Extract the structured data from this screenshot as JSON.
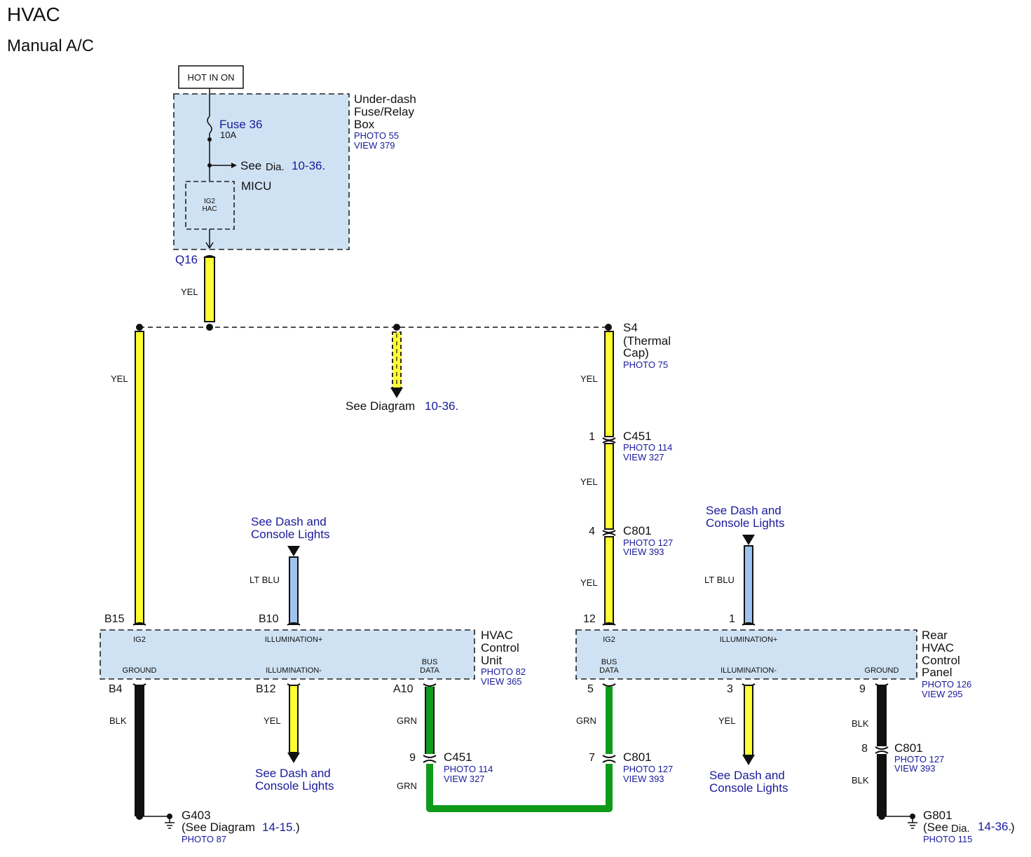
{
  "header": {
    "title": "HVAC",
    "subtitle": "Manual A/C"
  },
  "power": {
    "hot_label": "HOT IN ON"
  },
  "fuse_box": {
    "name_lines": [
      "Under-dash",
      "Fuse/Relay",
      "Box"
    ],
    "photo": "PHOTO 55",
    "view": "VIEW 379",
    "fuse_name": "Fuse 36",
    "fuse_rating": "10A",
    "see_prefix": "See",
    "see_dia": "Dia.",
    "see_ref": "10-36.",
    "micu_label": "MICU",
    "micu_pin_lines": [
      "IG2",
      "HAC"
    ],
    "connector": "Q16"
  },
  "wire_colors": {
    "yel": "YEL",
    "lt_blu": "LT BLU",
    "blk": "BLK",
    "grn": "GRN"
  },
  "colors": {
    "yellow": "#ffff33",
    "light_blue": "#9ec3ee",
    "black": "#111111",
    "green": "#0f9a1a",
    "component_fill": "#cfe2f3",
    "ref_blue": "#1a1a9c"
  },
  "splice_ref": {
    "prefix": "See Diagram",
    "ref": "10-36."
  },
  "splice_s4": {
    "name": "S4",
    "lines": [
      "(Thermal",
      "Cap)"
    ],
    "photo": "PHOTO 75"
  },
  "connectors": {
    "c451_right": {
      "pin": "1",
      "name": "C451",
      "photo": "PHOTO 114",
      "view": "VIEW 327"
    },
    "c801_right": {
      "pin": "4",
      "name": "C801",
      "photo": "PHOTO 127",
      "view": "VIEW 393"
    },
    "c451_bottom": {
      "pin": "9",
      "name": "C451",
      "photo": "PHOTO 114",
      "view": "VIEW 327"
    },
    "c801_bottom": {
      "pin": "7",
      "name": "C801",
      "photo": "PHOTO 127",
      "view": "VIEW 393"
    },
    "c801_rear": {
      "pin": "8",
      "name": "C801",
      "photo": "PHOTO 127",
      "view": "VIEW 393"
    }
  },
  "dash_ref": {
    "line1": "See Dash and",
    "line2": "Console Lights"
  },
  "hvac_unit": {
    "name_lines": [
      "HVAC",
      "Control",
      "Unit"
    ],
    "photo": "PHOTO 82",
    "view": "VIEW 365",
    "pins": {
      "ig2": "IG2",
      "illum_plus": "ILLUMINATION+",
      "ground": "GROUND",
      "illum_minus": "ILLUMINATION-",
      "bus": "BUS",
      "data": "DATA"
    },
    "pin_ids": {
      "b15": "B15",
      "b10": "B10",
      "b4": "B4",
      "b12": "B12",
      "a10": "A10"
    }
  },
  "rear_panel": {
    "name_lines": [
      "Rear",
      "HVAC",
      "Control",
      "Panel"
    ],
    "photo": "PHOTO 126",
    "view": "VIEW 295",
    "pins": {
      "ig2": "IG2",
      "illum_plus": "ILLUMINATION+",
      "bus": "BUS",
      "data": "DATA",
      "illum_minus": "ILLUMINATION-",
      "ground": "GROUND"
    },
    "pin_ids": {
      "p12": "12",
      "p1": "1",
      "p5": "5",
      "p3": "3",
      "p9": "9"
    }
  },
  "grounds": {
    "g403": {
      "name": "G403",
      "prefix": "(See Diagram",
      "ref": "14-15.",
      "suffix": ")",
      "photo": "PHOTO 87"
    },
    "g801": {
      "name": "G801",
      "prefix": "(See",
      "dia": "Dia.",
      "ref": "14-36.",
      "suffix": ")",
      "photo": "PHOTO 115"
    }
  }
}
